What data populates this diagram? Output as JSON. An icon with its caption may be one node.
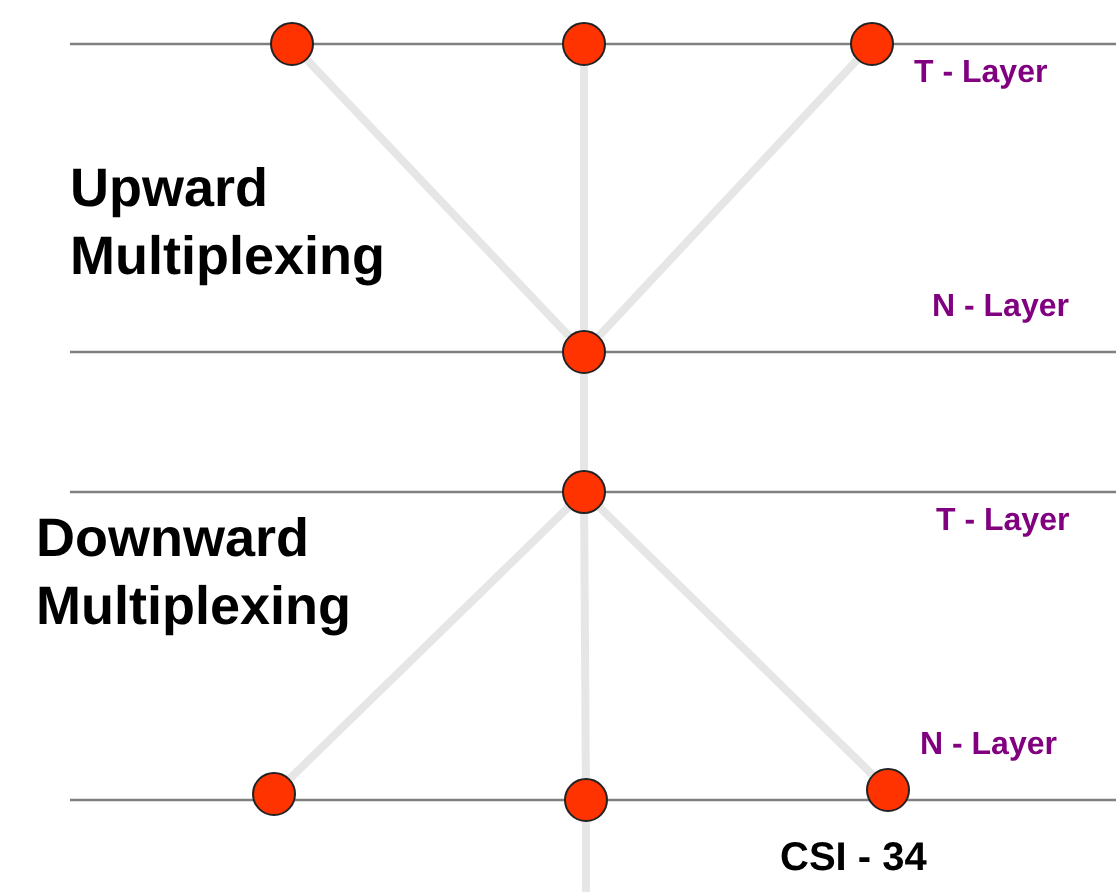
{
  "diagram": {
    "nodes": [
      {
        "text": [],
        "shape": "circle"
      },
      {
        "text": [],
        "shape": "circle"
      },
      {
        "text": [],
        "shape": "circle"
      },
      {
        "text": [],
        "shape": "circle"
      },
      {
        "text": [],
        "shape": "circle"
      },
      {
        "text": [],
        "shape": "circle"
      },
      {
        "text": [],
        "shape": "circle"
      },
      {
        "text": [],
        "shape": "circle"
      }
    ],
    "edges": [
      {
        "from": 0,
        "to": 3,
        "arrow": "none"
      },
      {
        "from": 1,
        "to": 3,
        "arrow": "none"
      },
      {
        "from": 2,
        "to": 3,
        "arrow": "none"
      },
      {
        "from": 3,
        "to": 4,
        "arrow": "none"
      },
      {
        "from": 4,
        "to": 5,
        "arrow": "none"
      },
      {
        "from": 4,
        "to": 6,
        "arrow": "none"
      },
      {
        "from": 4,
        "to": 7,
        "arrow": "none"
      },
      {
        "from": 6,
        "to": null,
        "arrow": "none"
      }
    ],
    "labels": [
      "T - Layer",
      "Upward Multiplexing",
      "N - Layer",
      "T - Layer",
      "Downward Multiplexing",
      "N - Layer",
      "CSI - 34"
    ]
  }
}
